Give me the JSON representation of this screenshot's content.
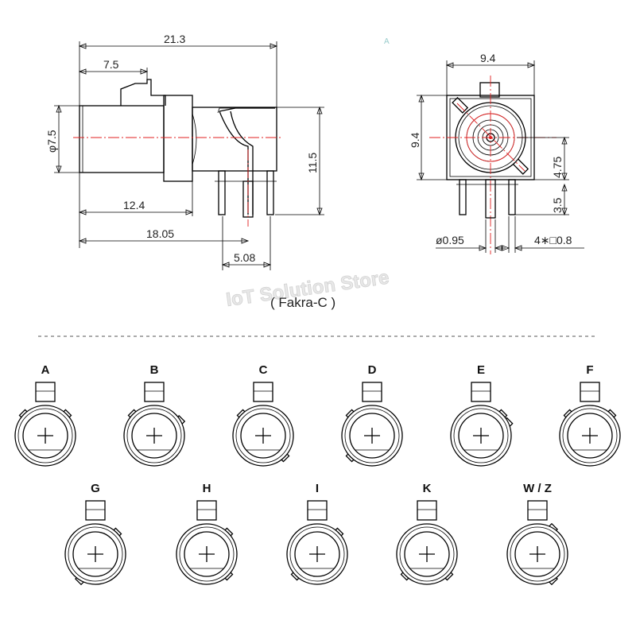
{
  "drawing": {
    "side_view": {
      "overall_length": "21.3",
      "flange_offset": "7.5",
      "body_diameter": "φ7.5",
      "overall_height": "11.5",
      "body_length": "12.4",
      "pin_offset": "18.05",
      "pin_pitch": "5.08"
    },
    "front_view": {
      "width": "9.4",
      "height": "9.4",
      "center_height": "4.75",
      "pin_length": "3.5",
      "center_pin_diameter": "ø0.95",
      "square_pins": "4∗□0.8"
    },
    "caption": "( Fakra-C )",
    "watermark": "IoT Solution Store",
    "corner_mark": "A"
  },
  "variants": [
    "A",
    "B",
    "C",
    "D",
    "E",
    "F",
    "G",
    "H",
    "I",
    "K",
    "W / Z"
  ],
  "colors": {
    "line": "#000000",
    "centerline": "#e02020",
    "watermark": "#d2d2d2"
  }
}
